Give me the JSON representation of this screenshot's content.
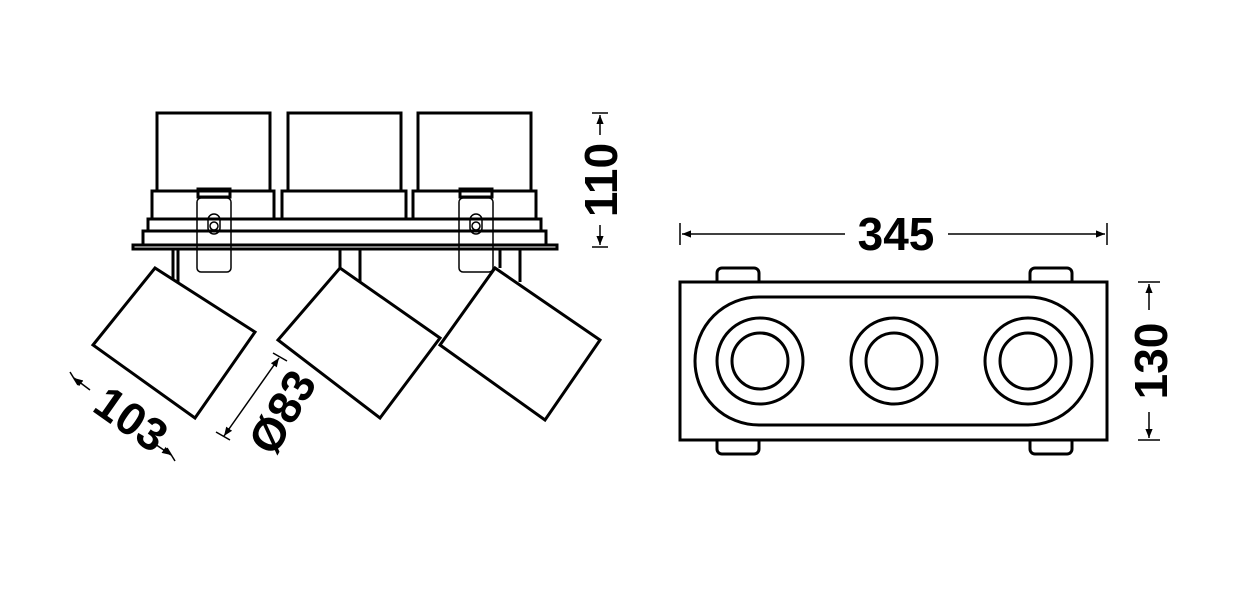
{
  "drawing": {
    "dimensions": {
      "height": "110",
      "length": "345",
      "width": "130",
      "spot_length": "103",
      "spot_diameter": "Ø83"
    },
    "colors": {
      "line": "#000000",
      "background": "#ffffff"
    }
  }
}
